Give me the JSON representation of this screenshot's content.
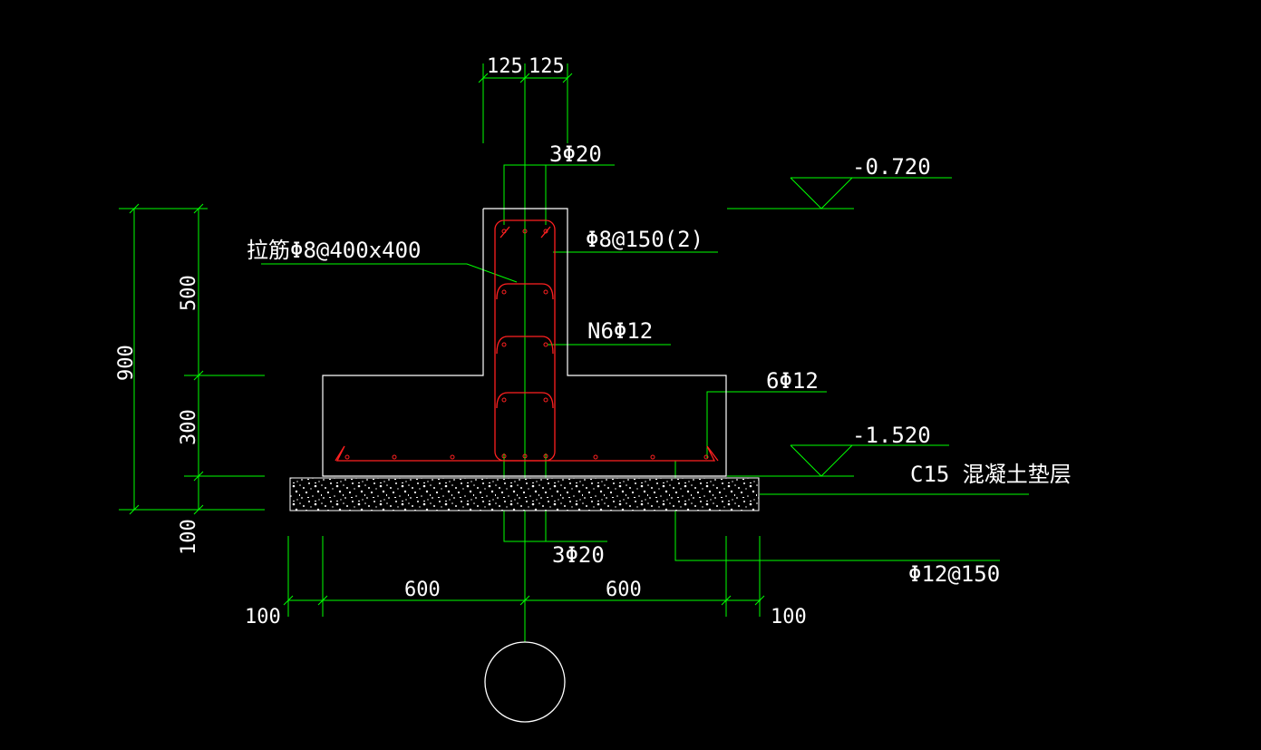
{
  "drawing": {
    "dimensions": {
      "top_left": "125",
      "top_right": "125",
      "total_height": "900",
      "stem_height": "500",
      "base_height": "300",
      "pad_height": "100",
      "left_width": "600",
      "right_width": "600",
      "left_offset": "100",
      "right_offset": "100"
    },
    "rebar_labels": {
      "top_bars": "3Φ20",
      "tie": "拉筋Φ8@400x400",
      "stirrup": "Φ8@150(2)",
      "n6": "N6Φ12",
      "six_bars": "6Φ12",
      "bottom_bars": "3Φ20",
      "base_bars": "Φ12@150"
    },
    "elevations": {
      "top": "-0.720",
      "bottom": "-1.520"
    },
    "cushion_label": "C15 混凝土垫层"
  },
  "colors": {
    "background": "#000000",
    "dimension": "#00ff00",
    "outline": "#ffffff",
    "rebar": "#ff2020",
    "text": "#ffffff"
  }
}
